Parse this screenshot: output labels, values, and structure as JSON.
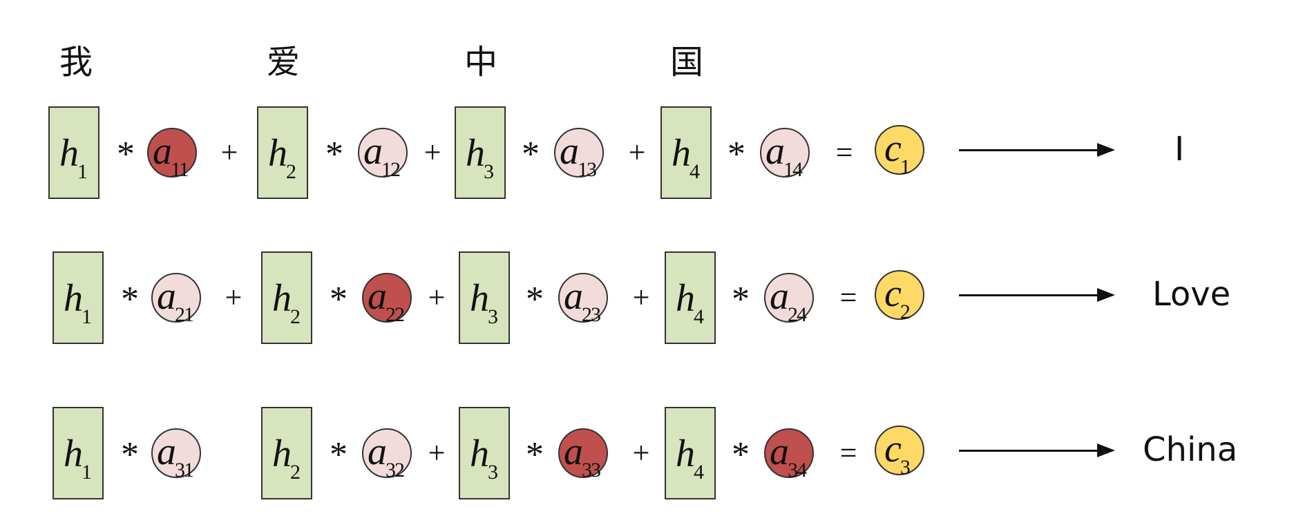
{
  "headers": [
    "我",
    "爱",
    "中",
    "国"
  ],
  "rows": [
    {
      "h": [
        {
          "base": "h",
          "sub": "1"
        },
        {
          "base": "h",
          "sub": "2"
        },
        {
          "base": "h",
          "sub": "3"
        },
        {
          "base": "h",
          "sub": "4"
        }
      ],
      "weights": [
        {
          "base": "a",
          "sub": "11",
          "style": "dark"
        },
        {
          "base": "a",
          "sub": "12",
          "style": "light"
        },
        {
          "base": "a",
          "sub": "13",
          "style": "light"
        },
        {
          "base": "a",
          "sub": "14",
          "style": "light"
        }
      ],
      "ops": [
        "*",
        "+",
        "*",
        "+",
        "*",
        "+",
        "*",
        "="
      ],
      "context": {
        "base": "c",
        "sub": "1"
      },
      "output": "I"
    },
    {
      "h": [
        {
          "base": "h",
          "sub": "1"
        },
        {
          "base": "h",
          "sub": "2"
        },
        {
          "base": "h",
          "sub": "3"
        },
        {
          "base": "h",
          "sub": "4"
        }
      ],
      "weights": [
        {
          "base": "a",
          "sub": "21",
          "style": "light"
        },
        {
          "base": "a",
          "sub": "22",
          "style": "dark"
        },
        {
          "base": "a",
          "sub": "23",
          "style": "light"
        },
        {
          "base": "a",
          "sub": "24",
          "style": "light"
        }
      ],
      "ops": [
        "*",
        "+",
        "*",
        "+",
        "*",
        "+",
        "*",
        "="
      ],
      "context": {
        "base": "c",
        "sub": "2"
      },
      "output": "Love"
    },
    {
      "h": [
        {
          "base": "h",
          "sub": "1"
        },
        {
          "base": "h",
          "sub": "2"
        },
        {
          "base": "h",
          "sub": "3"
        },
        {
          "base": "h",
          "sub": "4"
        }
      ],
      "weights": [
        {
          "base": "a",
          "sub": "31",
          "style": "light"
        },
        {
          "base": "a",
          "sub": "32",
          "style": "light"
        },
        {
          "base": "a",
          "sub": "33",
          "style": "dark"
        },
        {
          "base": "a",
          "sub": "34",
          "style": "dark"
        }
      ],
      "ops": [
        "*",
        "",
        "*",
        "+",
        "*",
        "+",
        "*",
        "="
      ],
      "context": {
        "base": "c",
        "sub": "3"
      },
      "output": "China"
    }
  ],
  "colors": {
    "hidden_state": "#d7e4bd",
    "weight_low": "#f2dcdb",
    "weight_high": "#c0504d",
    "context": "#ffd966"
  }
}
